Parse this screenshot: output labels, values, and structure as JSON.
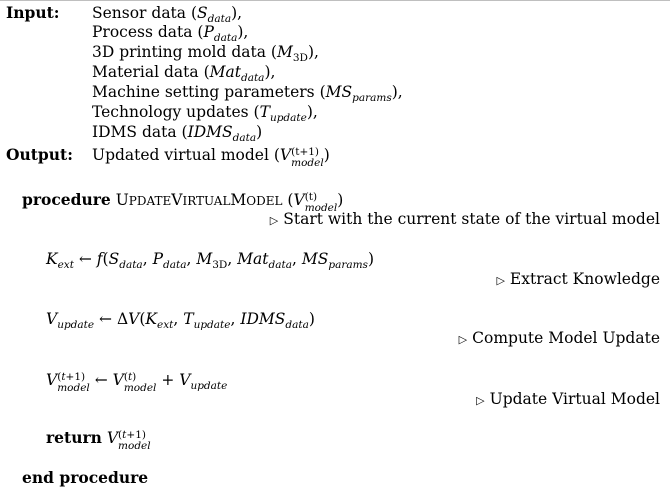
{
  "input_label": "Input:",
  "output_label": "Output:",
  "inputs": [
    {
      "text": "Sensor data (",
      "sym": "S",
      "sub": "data",
      "tail": "),"
    },
    {
      "text": "Process data (",
      "sym": "P",
      "sub": "data",
      "tail": "),"
    },
    {
      "text": "3D printing mold data (",
      "sym": "M",
      "sub": "3D",
      "tail": "),"
    },
    {
      "text": "Material data (",
      "sym": "Mat",
      "sub": "data",
      "tail": "),"
    },
    {
      "text": "Machine setting parameters (",
      "sym": "MS",
      "sub": "params",
      "tail": "),"
    },
    {
      "text": "Technology updates (",
      "sym": "T",
      "sub": "update",
      "tail": "),"
    },
    {
      "text": "IDMS data (",
      "sym": "IDMS",
      "sub": "data",
      "tail": ")"
    }
  ],
  "output": {
    "text": "Updated virtual model (",
    "sym": "V",
    "sup": "(t+1)",
    "sub": "model",
    "tail": ")"
  },
  "procedure": {
    "keyword": "procedure",
    "name_cap1": "U",
    "name_rest1": "PDATE",
    "name_cap2": "V",
    "name_rest2": "IRTUAL",
    "name_cap3": "M",
    "name_rest3": "ODEL",
    "arg_open": "(",
    "arg_sym": "V",
    "arg_sup": "(t)",
    "arg_sub": "model",
    "arg_close": ")",
    "comment": "Start with the current state of the virtual model"
  },
  "steps": [
    {
      "comment": "Extract Knowledge"
    },
    {
      "comment": "Compute Model Update"
    },
    {
      "comment": "Update Virtual Model"
    }
  ],
  "return_keyword": "return",
  "end_keyword": "end procedure",
  "comment_glyph": "▷"
}
